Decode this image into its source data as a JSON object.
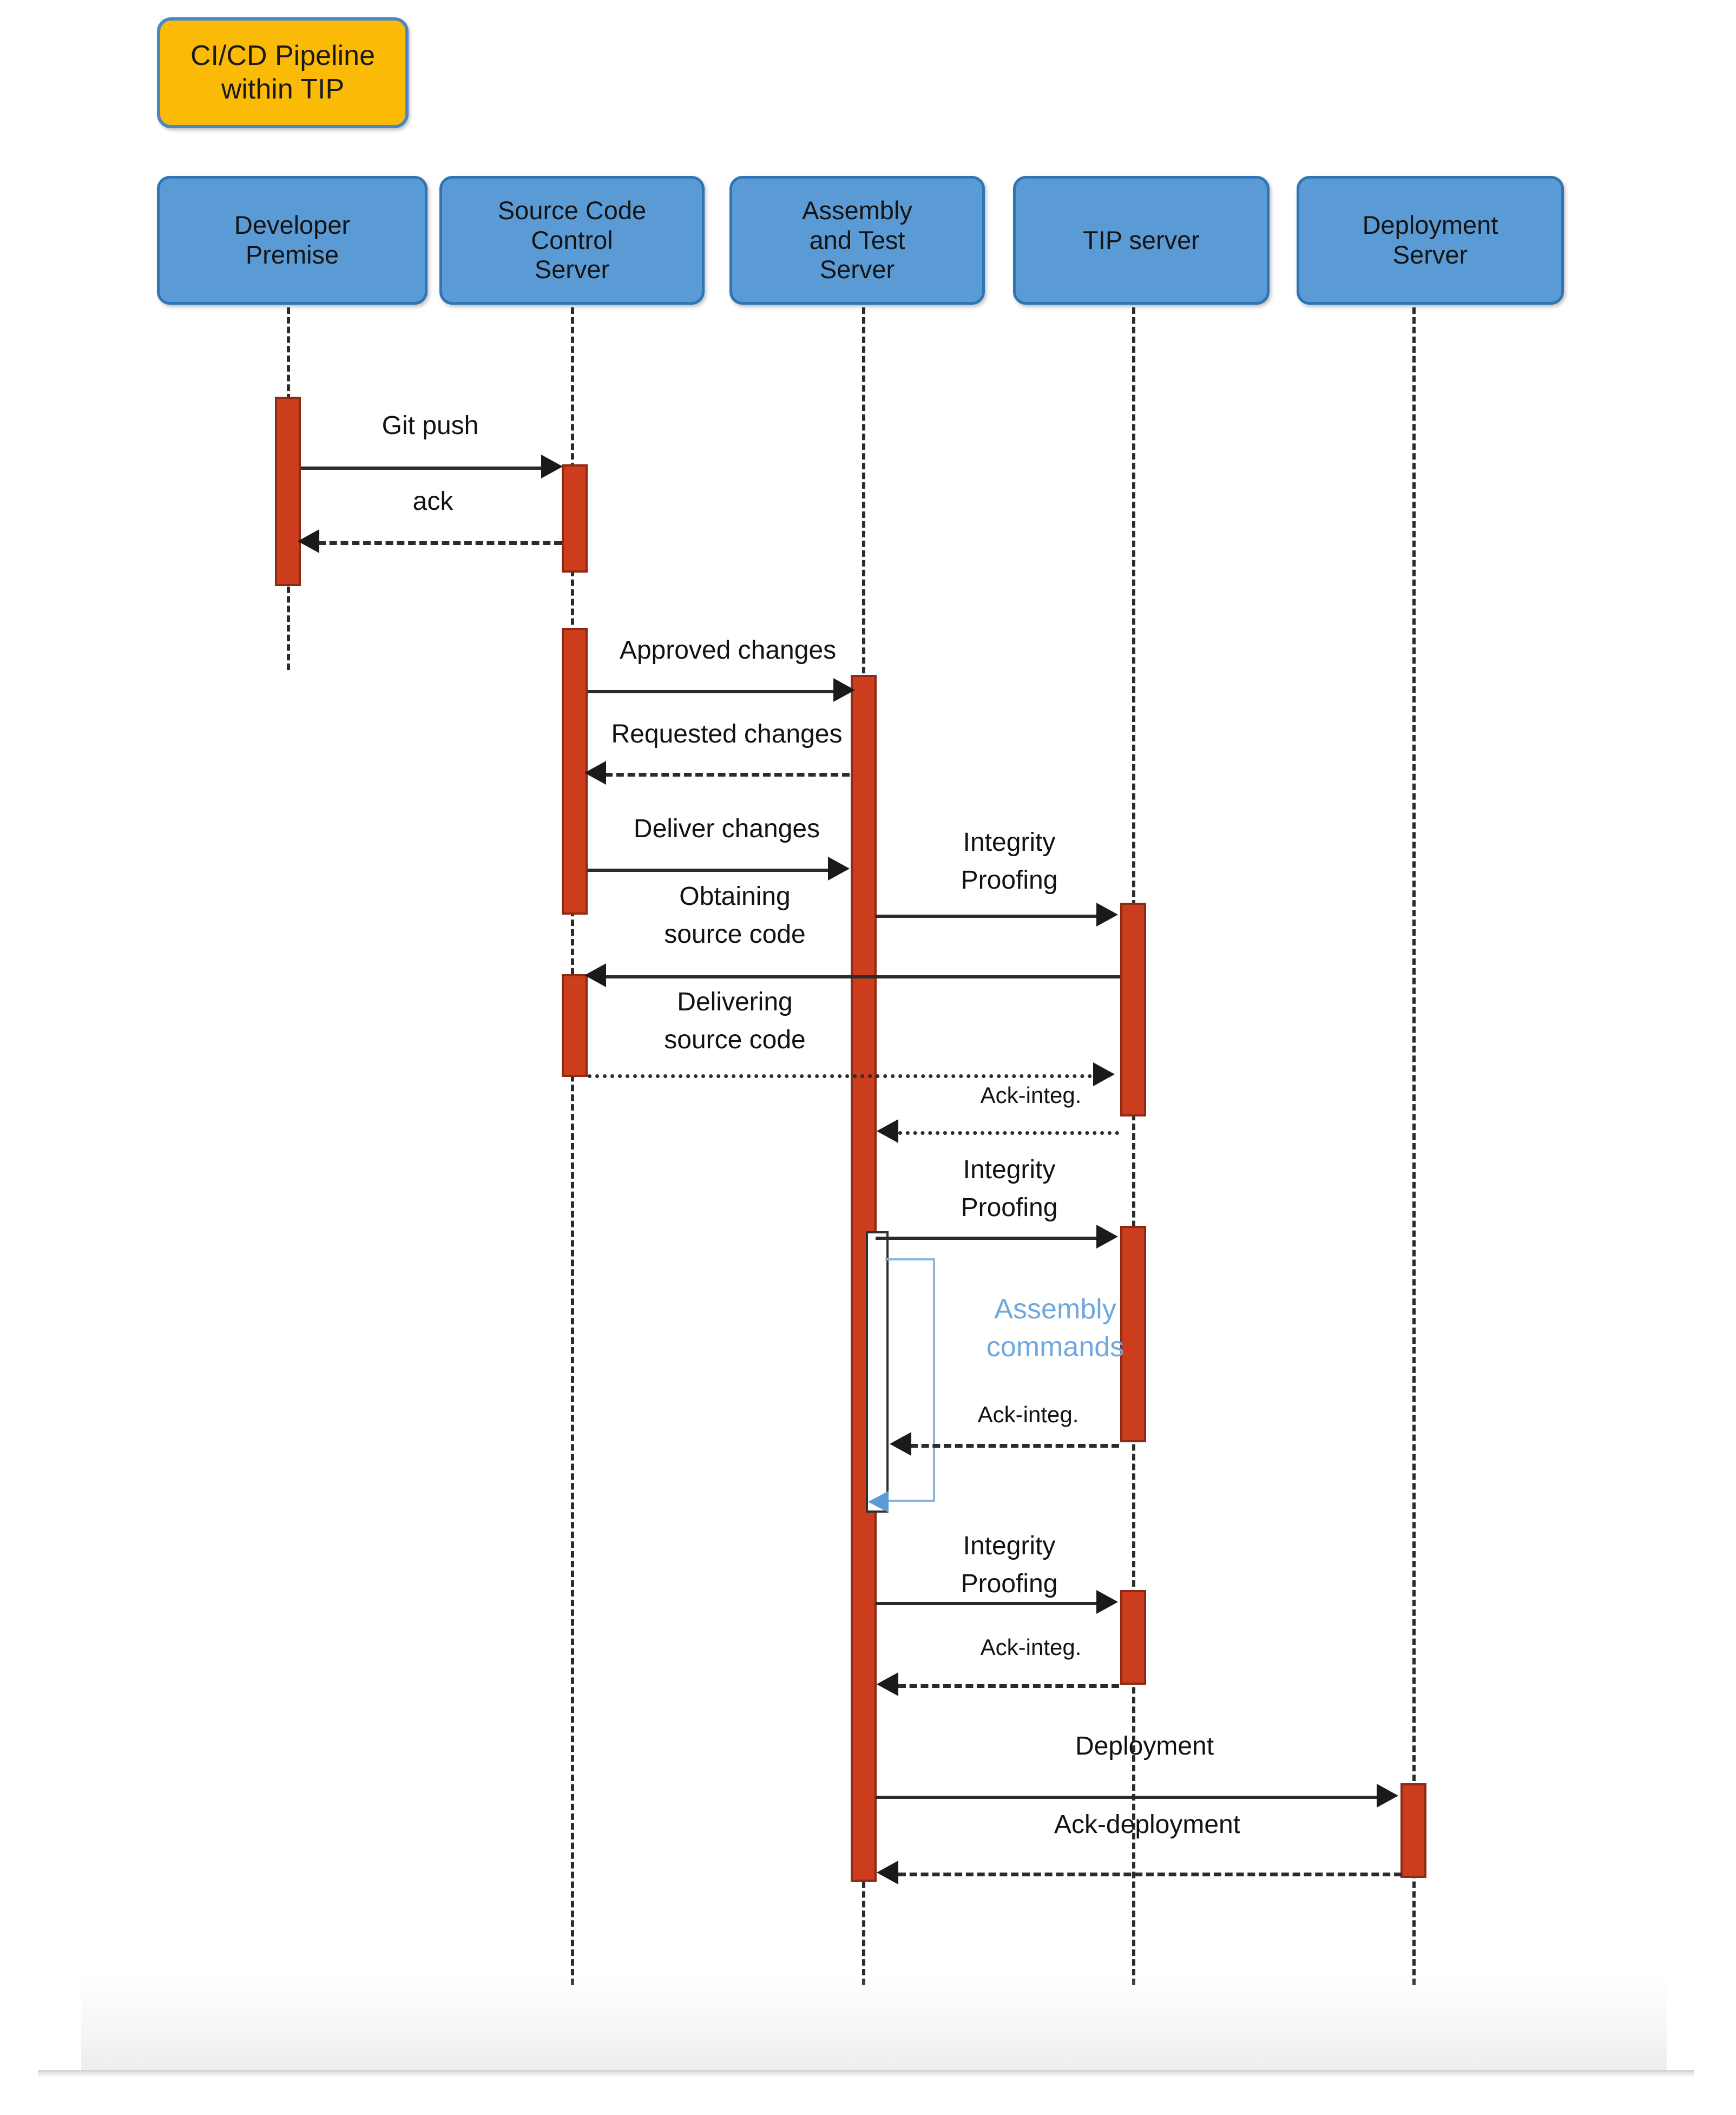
{
  "diagram": {
    "kind": "uml-sequence-diagram",
    "title_box": {
      "line1": "CI/CD Pipeline",
      "line2": "within TIP",
      "fill": "#FBBA06",
      "border": "#4A86C8"
    },
    "palette": {
      "lifeline_fill": "#5B9BD5",
      "lifeline_border": "#2E75B6",
      "activation_fill": "#CC3D1E",
      "activation_border": "#8E2A13",
      "self_loop_color": "#8AB4E0",
      "self_loop_label_color": "#6FA8DC",
      "line_color": "#2b2b2b"
    },
    "lifelines": [
      {
        "id": "dev",
        "lines": [
          "Developer",
          "Premise"
        ]
      },
      {
        "id": "scc",
        "lines": [
          "Source Code",
          "Control",
          "Server"
        ]
      },
      {
        "id": "ats",
        "lines": [
          "Assembly",
          "and Test",
          "Server"
        ]
      },
      {
        "id": "tip",
        "lines": [
          "TIP server"
        ]
      },
      {
        "id": "deploy",
        "lines": [
          "Deployment",
          "Server"
        ]
      }
    ],
    "messages": [
      {
        "id": "m1",
        "label": "Git push",
        "from": "dev",
        "to": "scc",
        "style": "solid",
        "direction": "right"
      },
      {
        "id": "m2",
        "label": "ack",
        "from": "scc",
        "to": "dev",
        "style": "dashed",
        "direction": "left"
      },
      {
        "id": "m3",
        "label": "Approved changes",
        "from": "scc",
        "to": "ats",
        "style": "solid",
        "direction": "right"
      },
      {
        "id": "m4",
        "label": "Requested changes",
        "from": "ats",
        "to": "scc",
        "style": "dashed",
        "direction": "left"
      },
      {
        "id": "m5",
        "label": "Deliver changes",
        "from": "scc",
        "to": "ats",
        "style": "solid",
        "direction": "right"
      },
      {
        "id": "m6",
        "label_line1": "Integrity",
        "label_line2": "Proofing",
        "from": "ats",
        "to": "tip",
        "style": "solid",
        "direction": "right"
      },
      {
        "id": "m7",
        "label_line1": "Obtaining",
        "label_line2": "source code",
        "from": "tip",
        "to": "scc",
        "style": "solid",
        "direction": "left"
      },
      {
        "id": "m8",
        "label_line1": "Delivering",
        "label_line2": "source code",
        "from": "scc",
        "to": "tip",
        "style": "dotted",
        "direction": "right"
      },
      {
        "id": "m9",
        "label": "Ack-integ.",
        "from": "tip",
        "to": "ats",
        "style": "dotted",
        "direction": "left"
      },
      {
        "id": "m10",
        "label_line1": "Integrity",
        "label_line2": "Proofing",
        "from": "ats",
        "to": "tip",
        "style": "solid",
        "direction": "right"
      },
      {
        "id": "m11",
        "label_line1": "Assembly",
        "label_line2": "commands",
        "from": "ats",
        "to": "ats",
        "style": "self-loop",
        "direction": "left"
      },
      {
        "id": "m12",
        "label": "Ack-integ.",
        "from": "tip",
        "to": "ats",
        "style": "dashed",
        "direction": "left"
      },
      {
        "id": "m13",
        "label_line1": "Integrity",
        "label_line2": "Proofing",
        "from": "ats",
        "to": "tip",
        "style": "solid",
        "direction": "right"
      },
      {
        "id": "m14",
        "label": "Ack-integ.",
        "from": "tip",
        "to": "ats",
        "style": "dashed",
        "direction": "left"
      },
      {
        "id": "m15",
        "label": "Deployment",
        "from": "ats",
        "to": "deploy",
        "style": "solid",
        "direction": "right"
      },
      {
        "id": "m16",
        "label": "Ack-deployment",
        "from": "deploy",
        "to": "ats",
        "style": "dashed",
        "direction": "left"
      }
    ]
  }
}
